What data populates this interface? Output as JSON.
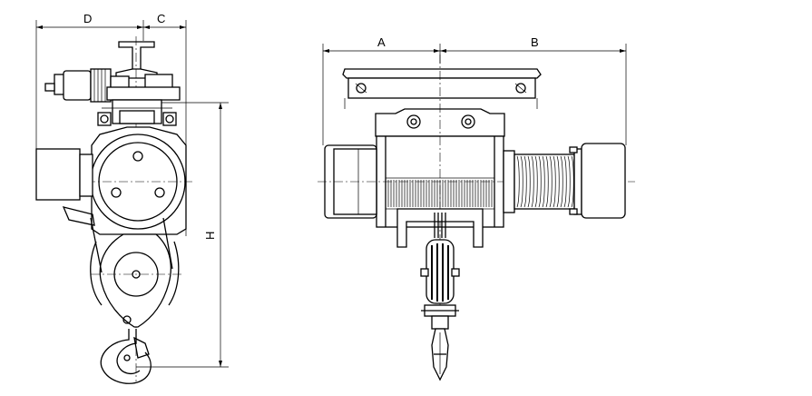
{
  "diagram": {
    "side_view": {
      "dimension_labels": {
        "d": "D",
        "c": "C",
        "h": "H"
      }
    },
    "front_view": {
      "dimension_labels": {
        "a": "A",
        "b": "B"
      }
    }
  },
  "colors": {
    "line": "#000000",
    "background": "#ffffff"
  }
}
